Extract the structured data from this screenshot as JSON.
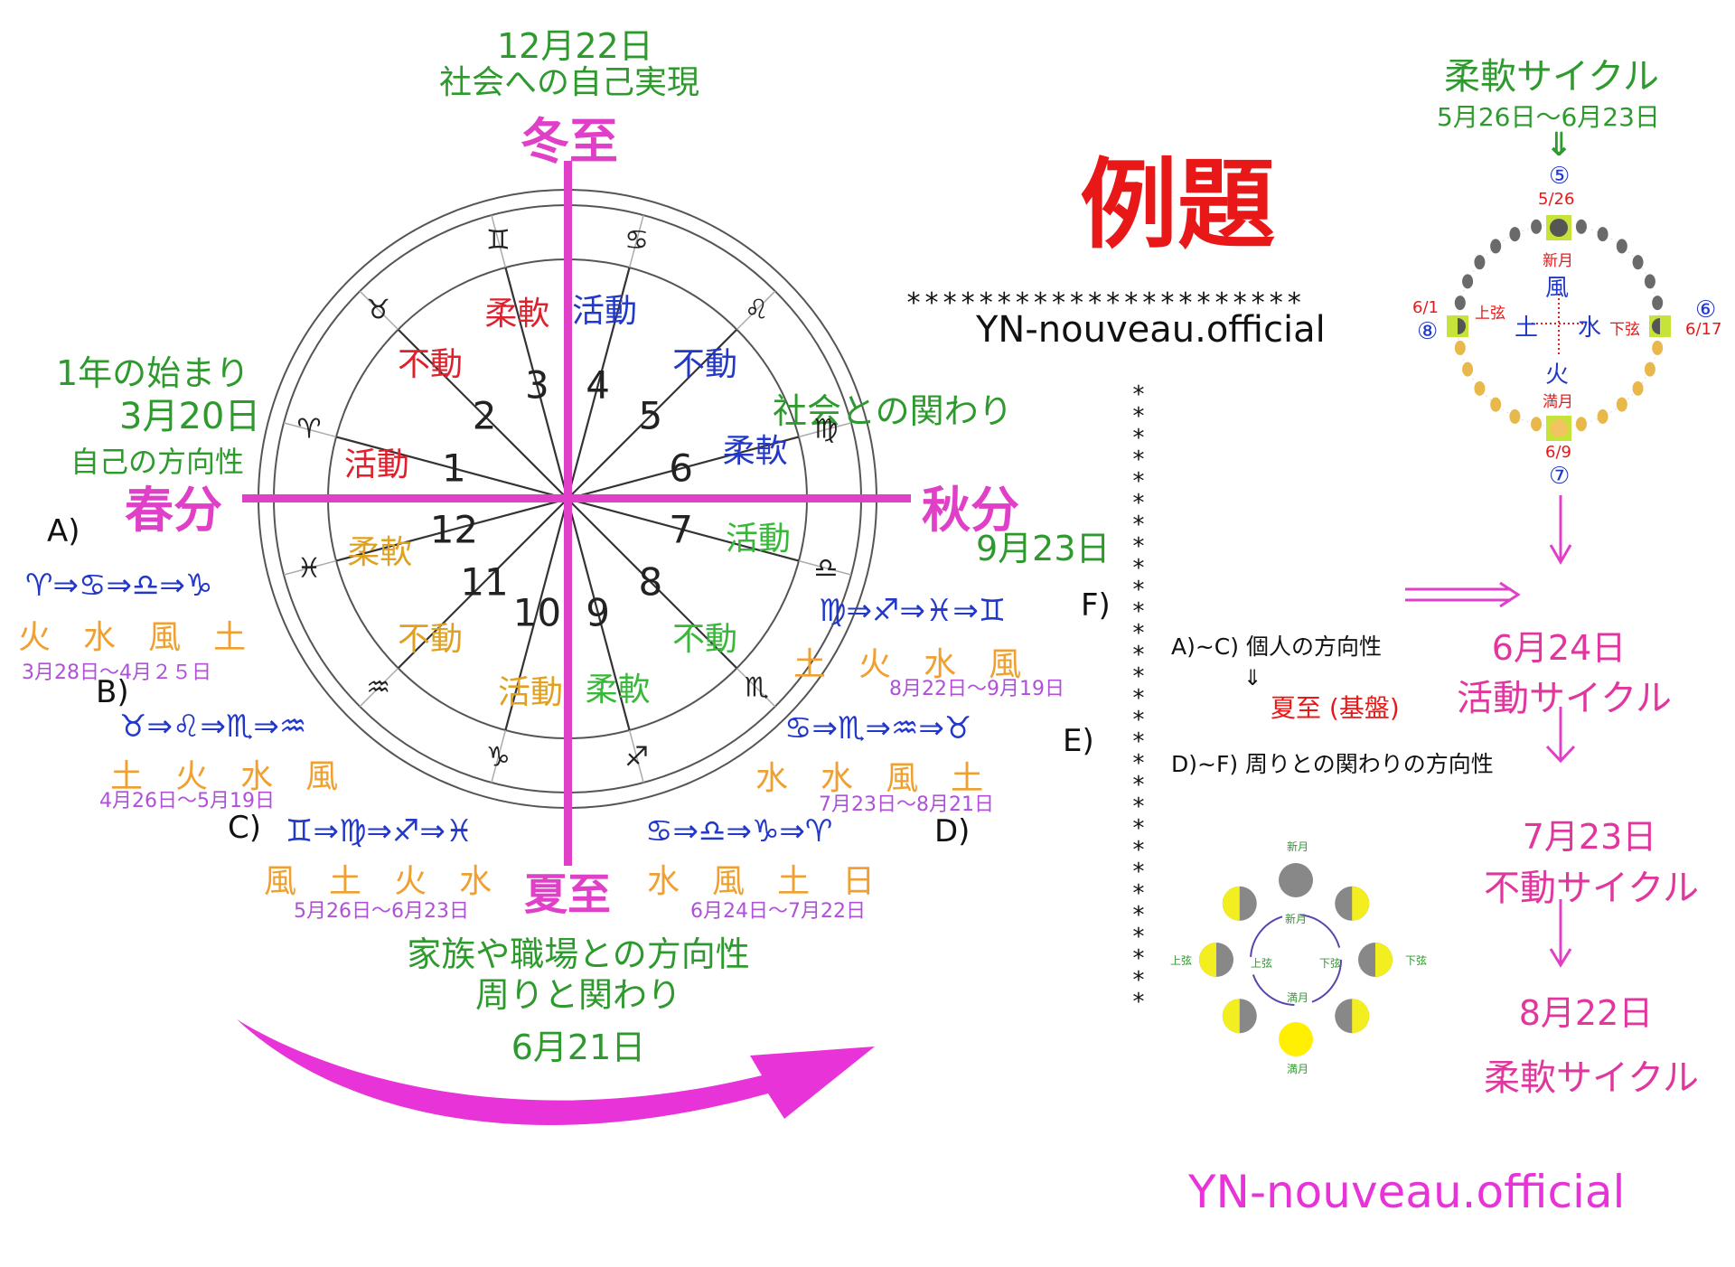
{
  "title": "例題",
  "watermark_top": "YN-nouveau.official",
  "watermark_bottom": "YN-nouveau.official",
  "star_row": "**********************",
  "axes": {
    "winter": {
      "name": "冬至",
      "date": "12月22日",
      "desc": "社会への自己実現"
    },
    "spring": {
      "name": "春分",
      "line1": "1年の始まり",
      "date": "3月20日",
      "desc": "自己の方向性"
    },
    "autumn": {
      "name": "秋分",
      "desc": "社会との関わり",
      "date": "9月23日"
    },
    "summer": {
      "name": "夏至",
      "desc1": "家族や職場との方向性",
      "desc2": "周りと関わり",
      "date": "6月21日"
    }
  },
  "houses": [
    {
      "num": "1",
      "quality": "活動",
      "color": "#e0202c"
    },
    {
      "num": "2",
      "quality": "不動",
      "color": "#e0202c"
    },
    {
      "num": "3",
      "quality": "柔軟",
      "color": "#e0202c"
    },
    {
      "num": "4",
      "quality": "活動",
      "color": "#2238c8"
    },
    {
      "num": "5",
      "quality": "不動",
      "color": "#2238c8"
    },
    {
      "num": "6",
      "quality": "柔軟",
      "color": "#2238c8"
    },
    {
      "num": "7",
      "quality": "活動",
      "color": "#38b838"
    },
    {
      "num": "8",
      "quality": "不動",
      "color": "#38b838"
    },
    {
      "num": "9",
      "quality": "柔軟",
      "color": "#38b838"
    },
    {
      "num": "10",
      "quality": "活動",
      "color": "#e0a020"
    },
    {
      "num": "11",
      "quality": "不動",
      "color": "#e0a020"
    },
    {
      "num": "12",
      "quality": "柔軟",
      "color": "#e0a020"
    }
  ],
  "zodiac": [
    "♈",
    "♉",
    "♊",
    "♋",
    "♌",
    "♍",
    "♎",
    "♏",
    "♐",
    "♑",
    "♒",
    "♓"
  ],
  "groups": {
    "A": {
      "label": "A)",
      "signs": "♈⇒♋⇒♎⇒♑",
      "elements": [
        "火",
        "水",
        "風",
        "土"
      ],
      "dates": "3月28日～4月２５日"
    },
    "B": {
      "label": "B)",
      "signs": "♉⇒♌⇒♏⇒♒",
      "elements": [
        "土",
        "火",
        "水",
        "風"
      ],
      "dates": "4月26日～5月19日"
    },
    "C": {
      "label": "C)",
      "signs": "♊⇒♍⇒♐⇒♓",
      "elements": [
        "風",
        "土",
        "火",
        "水"
      ],
      "dates": "5月26日～6月23日"
    },
    "D": {
      "label": "D)",
      "signs": "♋⇒♎⇒♑⇒♈",
      "elements": [
        "水",
        "風",
        "土",
        "日"
      ],
      "dates": "6月24日～7月22日"
    },
    "E": {
      "label": "E)",
      "signs": "♋⇒♏⇒♒⇒♉",
      "elements": [
        "水",
        "水",
        "風",
        "土"
      ],
      "dates": "7月23日～8月21日"
    },
    "F": {
      "label": "F)",
      "signs": "♍⇒♐⇒♓⇒♊",
      "elements": [
        "土",
        "火",
        "水",
        "風"
      ],
      "dates": "8月22日～9月19日"
    }
  },
  "notes": {
    "line1": "A)~C)  個人の方向性",
    "arrow": "⇓",
    "line2": "夏至 (基盤)",
    "line3": "D)~F)  周りとの関わりの方向性"
  },
  "flex_cycle": {
    "title": "柔軟サイクル",
    "dates": "5月26日～6月23日",
    "arrow": "⇓",
    "n5": "⑤",
    "n6": "⑥",
    "n7": "⑦",
    "n8": "⑧",
    "d_new": "5/26",
    "d_first": "6/1",
    "d_last": "6/17",
    "d_full": "6/9",
    "new_moon": "新月",
    "full_moon": "満月",
    "first_q": "上弦",
    "last_q": "下弦",
    "wind": "風",
    "earth": "土",
    "water": "水",
    "fire": "火"
  },
  "cycles": {
    "d1": "6月24日",
    "c1": "活動サイクル",
    "d2": "7月23日",
    "c2": "不動サイクル",
    "d3": "8月22日",
    "c3": "柔軟サイクル"
  },
  "small_moon": {
    "new": "新月",
    "full": "満月",
    "first": "上弦",
    "last": "下弦"
  }
}
